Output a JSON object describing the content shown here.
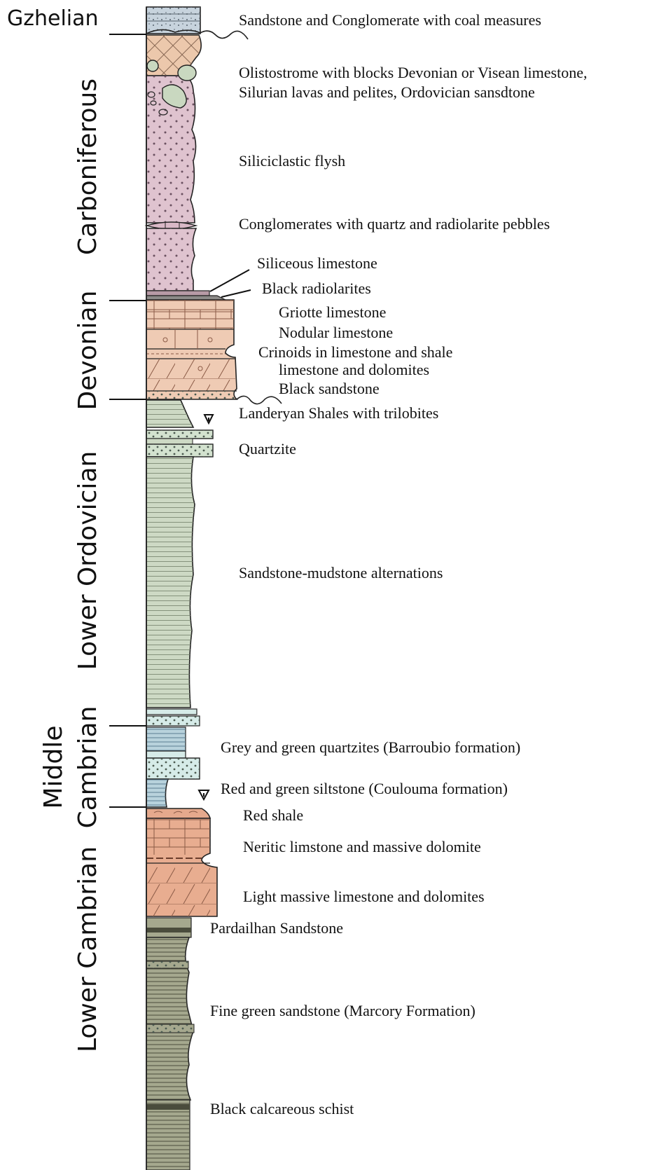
{
  "colors": {
    "coal": "#c7d3dd",
    "olistostrome": "#ecc8ac",
    "olistostrome_blocks": "#c9d8c0",
    "flysch": "#dfc3cf",
    "radiolarite": "#8c8a88",
    "devonian_limestone": "#efcbb4",
    "ordovician_shale": "#cdd9c4",
    "quartzite": "#d3e2cf",
    "cambrian_quartzite": "#d6ebe8",
    "cambrian_siltstone": "#b8d2dc",
    "red_shale": "#e5a98d",
    "cambrian_limestone": "#e8ad90",
    "lower_cambrian_sandstone": "#a5a88e"
  },
  "periods": [
    {
      "id": "gzhelian",
      "label": "Gzhelian"
    },
    {
      "id": "carboniferous",
      "label": "Carboniferous"
    },
    {
      "id": "devonian",
      "label": "Devonian"
    },
    {
      "id": "lower-ordovician",
      "label": "Lower Ordovician"
    },
    {
      "id": "middle-cambrian",
      "label": "Middle Cambrian",
      "lines": [
        "Middle",
        "Cambrian"
      ]
    },
    {
      "id": "lower-cambrian",
      "label": "Lower Cambrian"
    }
  ],
  "units": [
    {
      "id": "sandstone-conglomerate",
      "label": "Sandstone and Conglomerate  with coal measures"
    },
    {
      "id": "olistostrome",
      "label": "Olistostrome with blocks  Devonian or Visean limestone,",
      "label_line2": "Silurian lavas and pelites, Ordovician sansdtone"
    },
    {
      "id": "siliciclastic-flysh",
      "label": "Siliciclastic flysh"
    },
    {
      "id": "conglomerates-quartz-radiolarite",
      "label": "Conglomerates with quartz and radiolarite pebbles"
    },
    {
      "id": "siliceous-limestone",
      "label": "Siliceous limestone"
    },
    {
      "id": "black-radiolarites",
      "label": "Black radiolarites"
    },
    {
      "id": "griotte-limestone",
      "label": "Griotte limestone"
    },
    {
      "id": "nodular-limestone",
      "label": "Nodular limestone"
    },
    {
      "id": "crinoids-limestone-shale",
      "label": "Crinoids in limestone and shale"
    },
    {
      "id": "limestone-dolomites",
      "label": "limestone and dolomites"
    },
    {
      "id": "black-sandstone",
      "label": "Black sandstone"
    },
    {
      "id": "landeryan-shales",
      "label": "Landeryan Shales with trilobites"
    },
    {
      "id": "quartzite",
      "label": "Quartzite"
    },
    {
      "id": "sandstone-mudstone",
      "label": "Sandstone-mudstone alternations"
    },
    {
      "id": "grey-green-quartzites",
      "label": "Grey and green quartzites (Barroubio formation)"
    },
    {
      "id": "red-green-siltstone",
      "label": "Red and green siltstone (Coulouma formation)"
    },
    {
      "id": "red-shale",
      "label": "Red shale"
    },
    {
      "id": "neritic-limestone",
      "label": "Neritic limstone and massive dolomite"
    },
    {
      "id": "light-massive-limestone",
      "label": "Light massive limestone and dolomites"
    },
    {
      "id": "pardailhan-sandstone",
      "label": "Pardailhan Sandstone"
    },
    {
      "id": "fine-green-sandstone",
      "label": "Fine green sandstone (Marcory Formation)"
    },
    {
      "id": "black-calcareous-schist",
      "label": "Black calcareous schist"
    }
  ],
  "fossil_symbols": [
    {
      "id": "trilobite-fossil-1",
      "icon": "fossil-icon"
    },
    {
      "id": "trilobite-fossil-2",
      "icon": "fossil-icon"
    }
  ]
}
